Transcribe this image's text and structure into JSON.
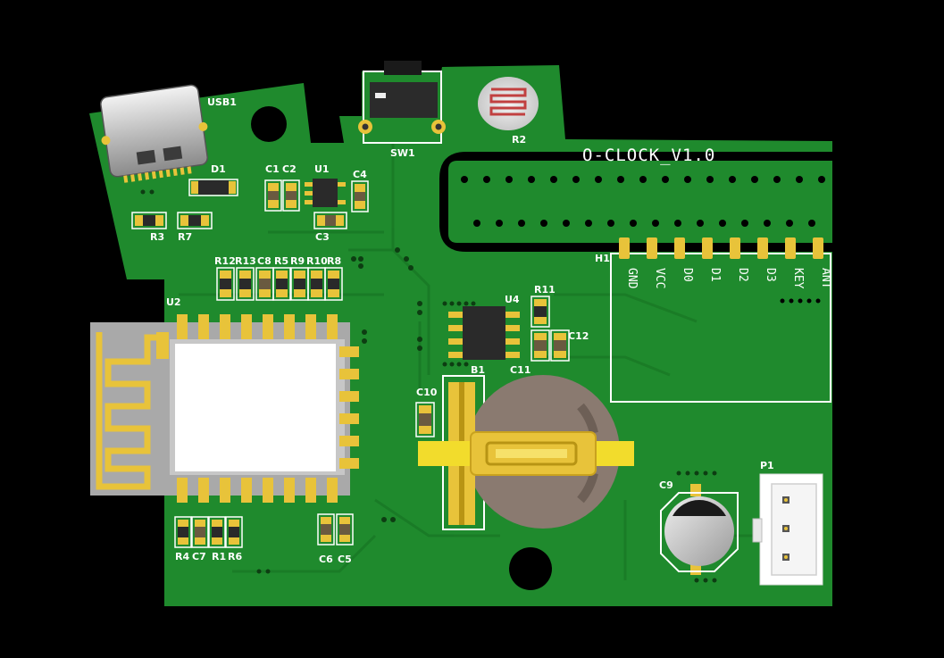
{
  "board": {
    "title": "O-CLOCK_V1.0",
    "header_label": "H1",
    "header_pins": [
      "GND",
      "VCC",
      "D0",
      "D1",
      "D2",
      "D3",
      "KEY",
      "ANT"
    ]
  },
  "labels": {
    "usb1": "USB1",
    "sw1": "SW1",
    "r2": "R2",
    "d1": "D1",
    "c1": "C1",
    "c2": "C2",
    "u1": "U1",
    "c4": "C4",
    "c3": "C3",
    "r3": "R3",
    "r7": "R7",
    "r12": "R12",
    "r13": "R13",
    "c8": "C8",
    "r5": "R5",
    "r9": "R9",
    "r10": "R10",
    "r8": "R8",
    "u2": "U2",
    "u4": "U4",
    "r11": "R11",
    "c12": "C12",
    "b1": "B1",
    "c11": "C11",
    "c10": "C10",
    "c9": "C9",
    "p1": "P1",
    "r4": "R4",
    "c7": "C7",
    "r1": "R1",
    "r6": "R6",
    "c6": "C6",
    "c5": "C5"
  },
  "colors": {
    "background": "#000000",
    "pcb": "#1f8a2d",
    "pcb_dark": "#17701f",
    "silkscreen": "#ffffff",
    "pad_gold": "#e8c33a",
    "chip": "#2a2a2a"
  }
}
